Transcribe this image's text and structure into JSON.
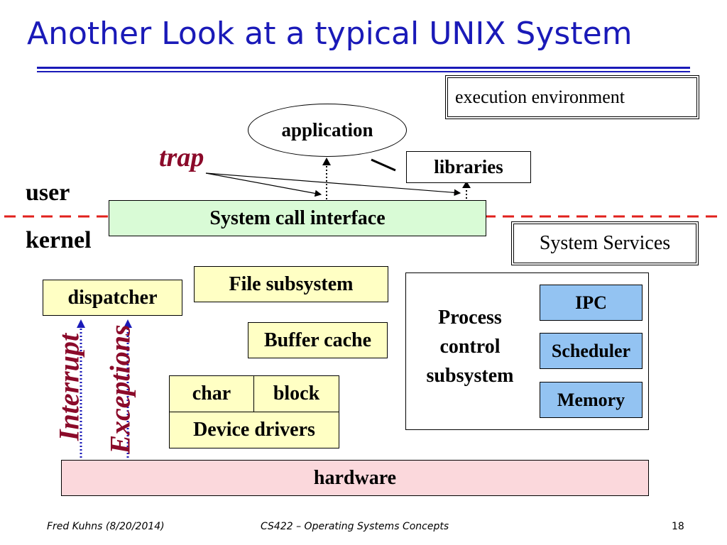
{
  "slide_title": "Another Look at a typical UNIX System",
  "exec_env": "execution environment",
  "application": "application",
  "trap": "trap",
  "libraries": "libraries",
  "user": "user",
  "kernel": "kernel",
  "syscall": "System call interface",
  "system_services": "System Services",
  "file_subsystem": "File subsystem",
  "dispatcher": "dispatcher",
  "buffer_cache": "Buffer cache",
  "process_control": "Process control subsystem",
  "ipc": "IPC",
  "scheduler": "Scheduler",
  "memory": "Memory",
  "char": "char",
  "block": "block",
  "device_drivers": "Device drivers",
  "interrupt": "Interrupt",
  "exceptions": "Exceptions",
  "hardware": "hardware",
  "footer": {
    "author": "Fred Kuhns (8/20/2014)",
    "course": "CS422 – Operating Systems Concepts",
    "page": "18"
  },
  "colors": {
    "title": "#1a1ab8",
    "user_kernel_line": "#e0201c",
    "syscall_fill": "#d9fbd6",
    "module_fill": "#ffffc4",
    "service_fill": "#93c3f2",
    "hardware_fill": "#fbd8dc",
    "annotation": "#8b0a2a"
  }
}
